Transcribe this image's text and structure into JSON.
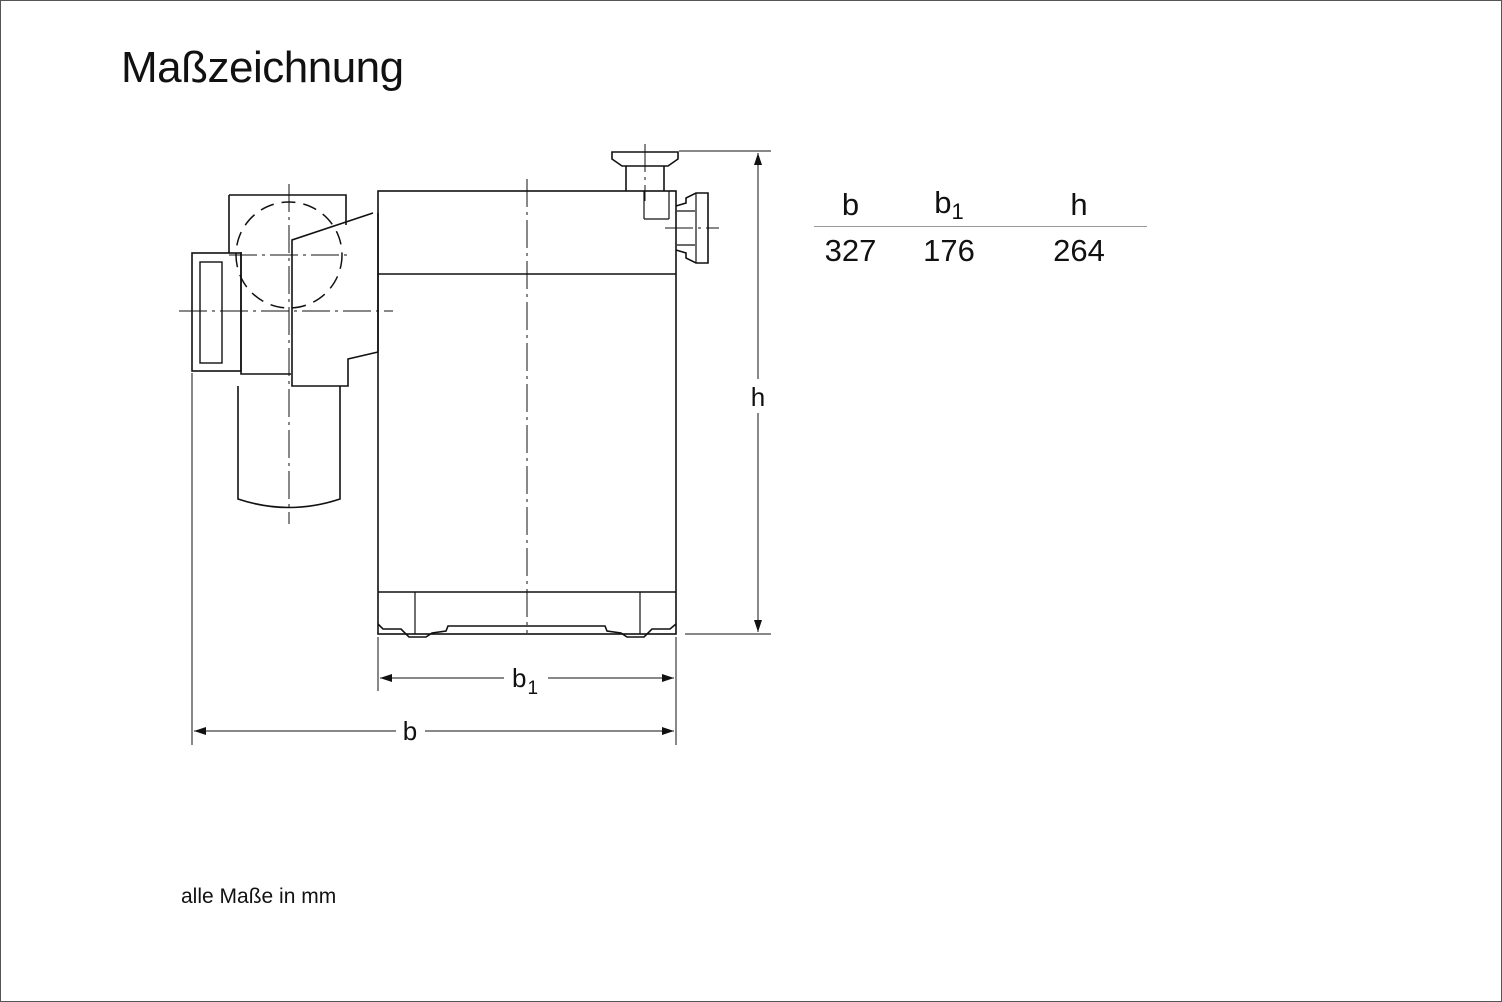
{
  "title": "Maßzeichnung",
  "dimension_labels": {
    "b": "b",
    "b1_main": "b",
    "b1_sub": "1",
    "h": "h"
  },
  "dimension_table": {
    "headers": [
      {
        "main": "b",
        "sub": ""
      },
      {
        "main": "b",
        "sub": "1"
      },
      {
        "main": "h",
        "sub": ""
      }
    ],
    "values": [
      "327",
      "176",
      "264"
    ]
  },
  "footnote": "alle Maße in mm"
}
